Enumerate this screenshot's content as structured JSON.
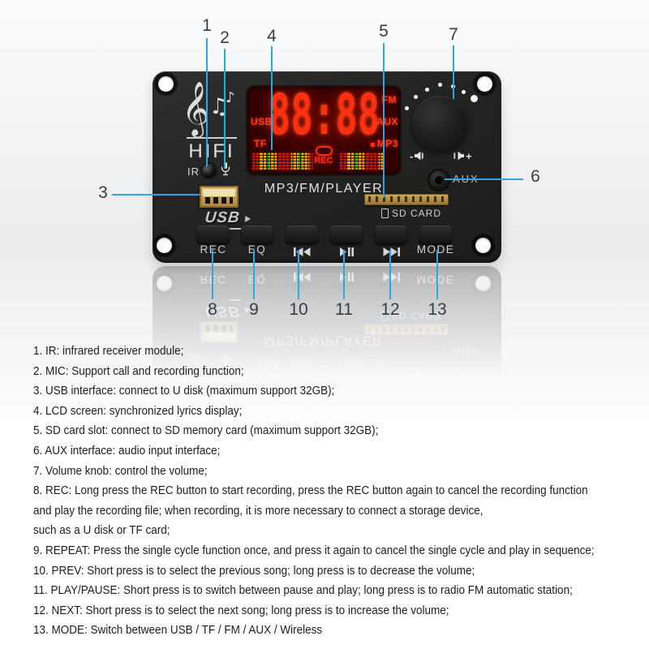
{
  "device": {
    "brand": "HIFI",
    "ir_label": "IR",
    "screen": {
      "digits": "88:88",
      "left_labels": [
        "USB",
        "TF"
      ],
      "right_labels": [
        "FM",
        "AUX",
        "MP3"
      ],
      "rec_indicator": "REC",
      "caption": "MP3/FM/PLAYER"
    },
    "usb_logo": "USB",
    "sd_card_label": "SD CARD",
    "aux_label": "AUX",
    "volume": {
      "minus": "-",
      "plus": "+"
    },
    "button_labels": {
      "rec": "REC",
      "eq": "EQ",
      "mode": "MODE"
    },
    "icons": {
      "logo": "treble-clef-music-notes-icon",
      "mic": "microphone-icon",
      "ir": "infrared-receiver-dot",
      "volume_down": "speaker-minus-icon",
      "volume_up": "speaker-plus-icon",
      "repeat": "repeat-loop-icon",
      "prev": "previous-track-icon",
      "play_pause": "play-pause-icon",
      "next": "next-track-icon",
      "sd": "sd-card-icon"
    },
    "colors": {
      "board_black": "#232323",
      "lcd_red": "#ff2f12",
      "callout_blue": "#2da6e2",
      "gold": "#caa34a"
    }
  },
  "callouts": [
    "1",
    "2",
    "3",
    "4",
    "5",
    "6",
    "7",
    "8",
    "9",
    "10",
    "11",
    "12",
    "13"
  ],
  "descriptions": [
    "1. IR: infrared receiver module;",
    "2. MIC: Support call and recording function;",
    "3. USB interface: connect to U disk (maximum support 32GB);",
    "4. LCD screen: synchronized lyrics display;",
    "5. SD card slot: connect to SD memory card (maximum support 32GB);",
    "6. AUX interface: audio input interface;",
    "7. Volume knob: control the volume;",
    "8. REC: Long press the REC button to start recording, press the REC button again to cancel the recording function",
    "and play the recording file; when recording, it is more necessary to connect a storage device,",
    "such as a U disk or TF card;",
    "9. REPEAT: Press the single cycle function once, and press it again to cancel the single cycle and play in sequence;",
    "10. PREV: Short press is to select the previous song; long press is to decrease the volume;",
    "11. PLAY/PAUSE: Short press is to switch between pause and play; long press is to radio FM automatic station;",
    "12. NEXT: Short press is to select the next song; long press is to increase the volume;",
    "13. MODE: Switch between USB / TF / FM / AUX / Wireless"
  ]
}
